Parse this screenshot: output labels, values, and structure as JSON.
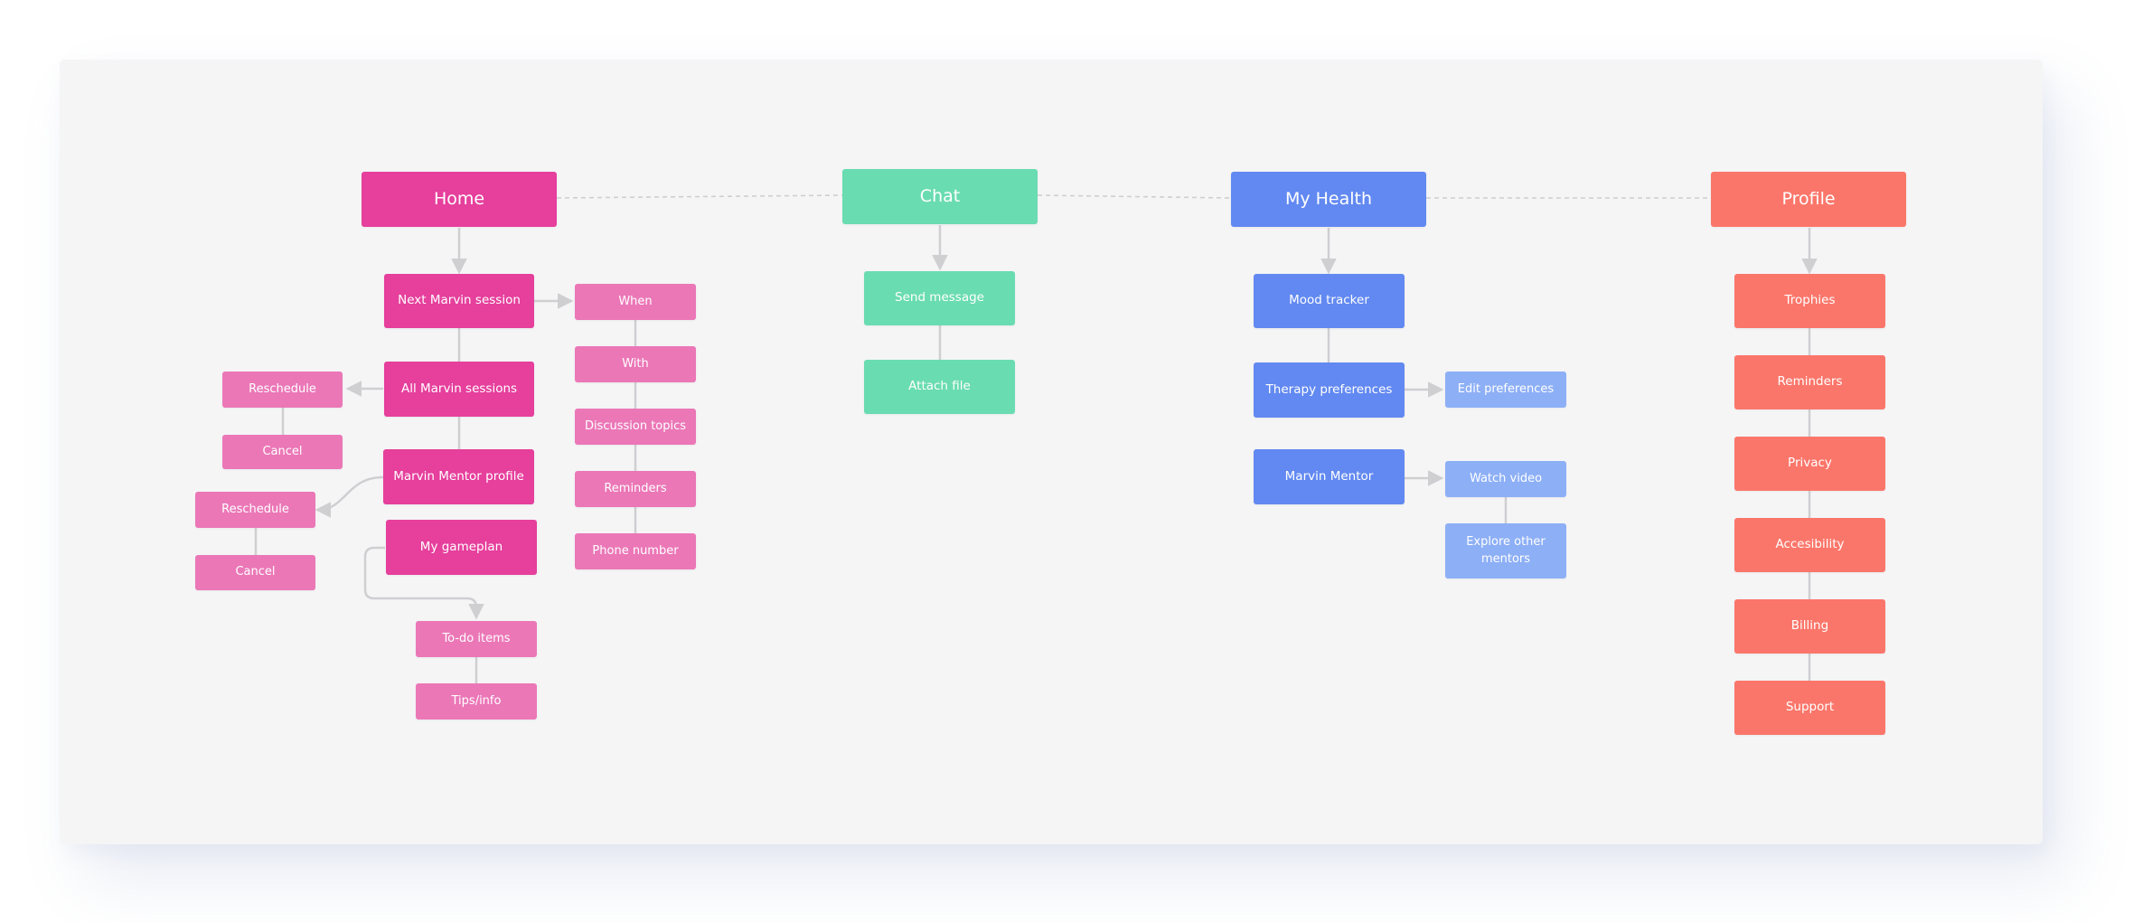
{
  "sections": {
    "home": {
      "title": "Home",
      "items": [
        "Next Marvin session",
        "All Marvin sessions",
        "Marvin Mentor profile",
        "My gameplan"
      ],
      "session_details": [
        "When",
        "With",
        "Discussion topics",
        "Reminders",
        "Phone number"
      ],
      "all_sessions_actions": [
        "Reschedule",
        "Cancel"
      ],
      "mentor_profile_actions": [
        "Reschedule",
        "Cancel"
      ],
      "gameplan_items": [
        "To-do items",
        "Tips/info"
      ]
    },
    "chat": {
      "title": "Chat",
      "items": [
        "Send message",
        "Attach file"
      ]
    },
    "health": {
      "title": "My Health",
      "items": [
        "Mood tracker",
        "Therapy preferences",
        "Marvin Mentor"
      ],
      "therapy_sub": [
        "Edit preferences"
      ],
      "mentor_sub": [
        "Watch video",
        "Explore other mentors"
      ]
    },
    "profile": {
      "title": "Profile",
      "items": [
        "Trophies",
        "Reminders",
        "Privacy",
        "Accesibility",
        "Billing",
        "Support"
      ]
    }
  },
  "colors": {
    "home": "#e63f9c",
    "home_light": "#eb77b7",
    "chat": "#6adcb1",
    "health": "#6289f1",
    "health_light": "#8daff6",
    "profile": "#fb766a",
    "connector": "#cfcfd2",
    "background": "#f5f5f6"
  }
}
